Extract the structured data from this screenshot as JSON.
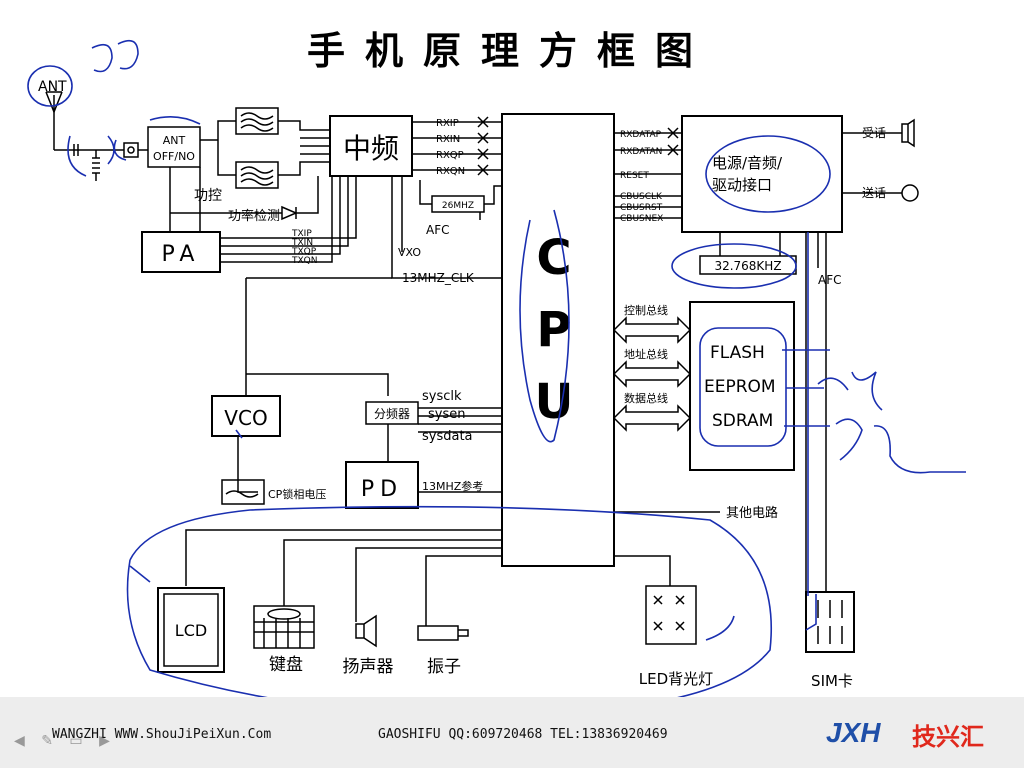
{
  "title": "手机原理方框图",
  "antenna": "ANT",
  "ant_switch": [
    "ANT",
    "OFF/NO"
  ],
  "if_block": "中频",
  "pa_block": "PA",
  "power_control": "功控",
  "power_detect": "功率检测",
  "rx_signals": [
    "RXIP",
    "RXIN",
    "RXQP",
    "RXQN"
  ],
  "tx_signals": [
    "TXIP",
    "TXIN",
    "TXQP",
    "TXQN"
  ],
  "crystal_26": "26MHZ",
  "afc_label": "AFC",
  "vxo_label": "VXO",
  "clk13_label": "13MHZ_CLK",
  "cpu_letters": [
    "C",
    "P",
    "U"
  ],
  "cpu_pins_right": [
    "RXDATAP",
    "RXDATAN",
    "RESET",
    "CBUSCLK",
    "CBUSRST",
    "CBUSNEX"
  ],
  "power_audio_block": [
    "电源/音频/",
    "驱动接口"
  ],
  "receiver_label": "受话",
  "transmitter_label": "送话",
  "crystal_32k": "32.768KHZ",
  "afc_right_label": "AFC",
  "bus_labels": [
    "控制总线",
    "地址总线",
    "数据总线"
  ],
  "memory": [
    "FLASH",
    "EEPROM",
    "SDRAM"
  ],
  "vco_label": "VCO",
  "divider_label": "分频器",
  "sys_signals": [
    "sysclk",
    "sysen",
    "sysdata"
  ],
  "pd_label": "PD",
  "ref13_label": "13MHZ参考",
  "cp_label": "CP锁相电压",
  "other_circuit_label": "其他电路",
  "lcd_label": "LCD",
  "keyboard_label": "键盘",
  "speaker_label": "扬声器",
  "vibrator_label": "振子",
  "led_label": "LED背光灯",
  "sim_label": "SIM卡",
  "footer": {
    "website": "WANGZHI WWW.ShouJiPeiXun.Com",
    "contact": "GAOSHIFU QQ:609720468 TEL:13836920469",
    "brand_latin": "JXH",
    "brand_cn": "技兴汇"
  },
  "colors": {
    "ink": "#000000",
    "annotation": "#1a2fb0",
    "brand_blue": "#1f4fa8",
    "brand_red": "#e0281c",
    "footer_bg": "#ededed"
  }
}
